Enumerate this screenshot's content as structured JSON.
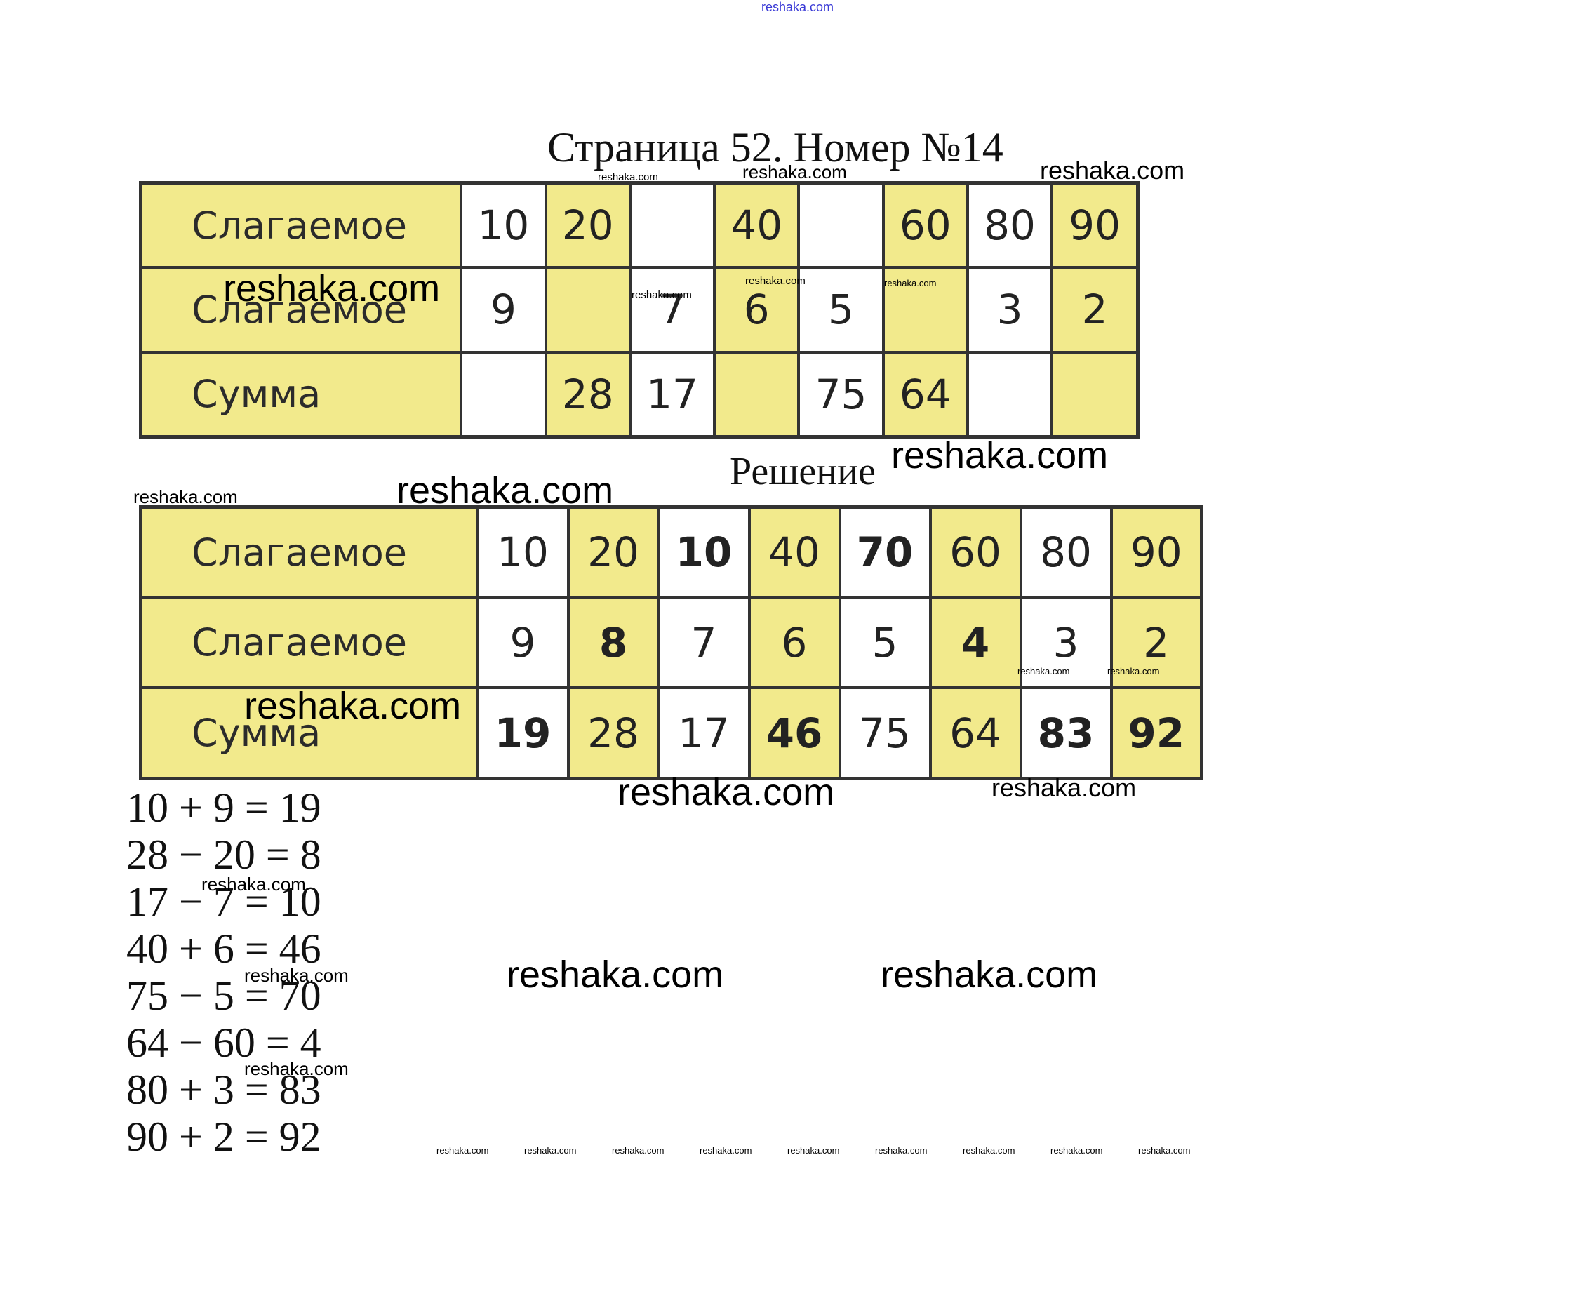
{
  "page_title": "Страница 52. Номер №14",
  "solution_title": "Решение",
  "task_table": {
    "rows": [
      {
        "label": "Слагаемое",
        "cells": [
          "10",
          "20",
          "",
          "40",
          "",
          "60",
          "80",
          "90"
        ]
      },
      {
        "label": "Слагаемое",
        "cells": [
          "9",
          "",
          "7",
          "6",
          "5",
          "",
          "3",
          "2"
        ]
      },
      {
        "label": "Сумма",
        "cells": [
          "",
          "28",
          "17",
          "",
          "75",
          "64",
          "",
          ""
        ]
      }
    ]
  },
  "solution_table": {
    "rows": [
      {
        "label": "Слагаемое",
        "cells": [
          "10",
          "20",
          "10",
          "40",
          "70",
          "60",
          "80",
          "90"
        ]
      },
      {
        "label": "Слагаемое",
        "cells": [
          "9",
          "8",
          "7",
          "6",
          "5",
          "4",
          "3",
          "2"
        ]
      },
      {
        "label": "Сумма",
        "cells": [
          "19",
          "28",
          "17",
          "46",
          "75",
          "64",
          "83",
          "92"
        ]
      }
    ]
  },
  "equations": [
    "10 + 9 = 19",
    "28 − 20 = 8",
    "17 − 7 = 10",
    "40 + 6 = 46",
    "75 − 5 = 70",
    "64 − 60 = 4",
    "80 + 3 = 83",
    "90 + 2 = 92"
  ],
  "watermark": "reshaka.com"
}
